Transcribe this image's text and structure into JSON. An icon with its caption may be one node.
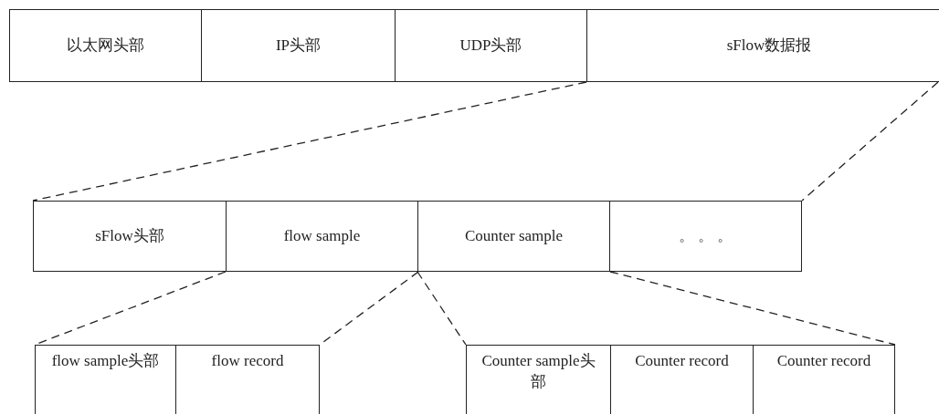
{
  "diagram": {
    "nodes": [
      {
        "text": [
          "以太网头部"
        ]
      },
      {
        "text": [
          "IP头部"
        ]
      },
      {
        "text": [
          "UDP头部"
        ]
      },
      {
        "text": [
          "sFlow数据报"
        ]
      },
      {
        "text": [
          "sFlow头部"
        ]
      },
      {
        "text": [
          "flow sample"
        ]
      },
      {
        "text": [
          "Counter sample"
        ]
      },
      {
        "text": [
          "。 。 。"
        ]
      },
      {
        "text": [
          "flow sample头部"
        ]
      },
      {
        "text": [
          "flow record"
        ]
      },
      {
        "text": [
          "Counter sample头部"
        ]
      },
      {
        "text": [
          "Counter record"
        ]
      },
      {
        "text": [
          "Counter record"
        ]
      }
    ],
    "edges": [
      {
        "from": 3,
        "to": 4,
        "arrow": "none",
        "style": "dashed"
      },
      {
        "from": 3,
        "to": 7,
        "arrow": "none",
        "style": "dashed"
      },
      {
        "from": 5,
        "to": 8,
        "arrow": "none",
        "style": "dashed"
      },
      {
        "from": 5,
        "to": 9,
        "arrow": "none",
        "style": "dashed"
      },
      {
        "from": 6,
        "to": 10,
        "arrow": "none",
        "style": "dashed"
      },
      {
        "from": 6,
        "to": 12,
        "arrow": "none",
        "style": "dashed"
      }
    ]
  }
}
